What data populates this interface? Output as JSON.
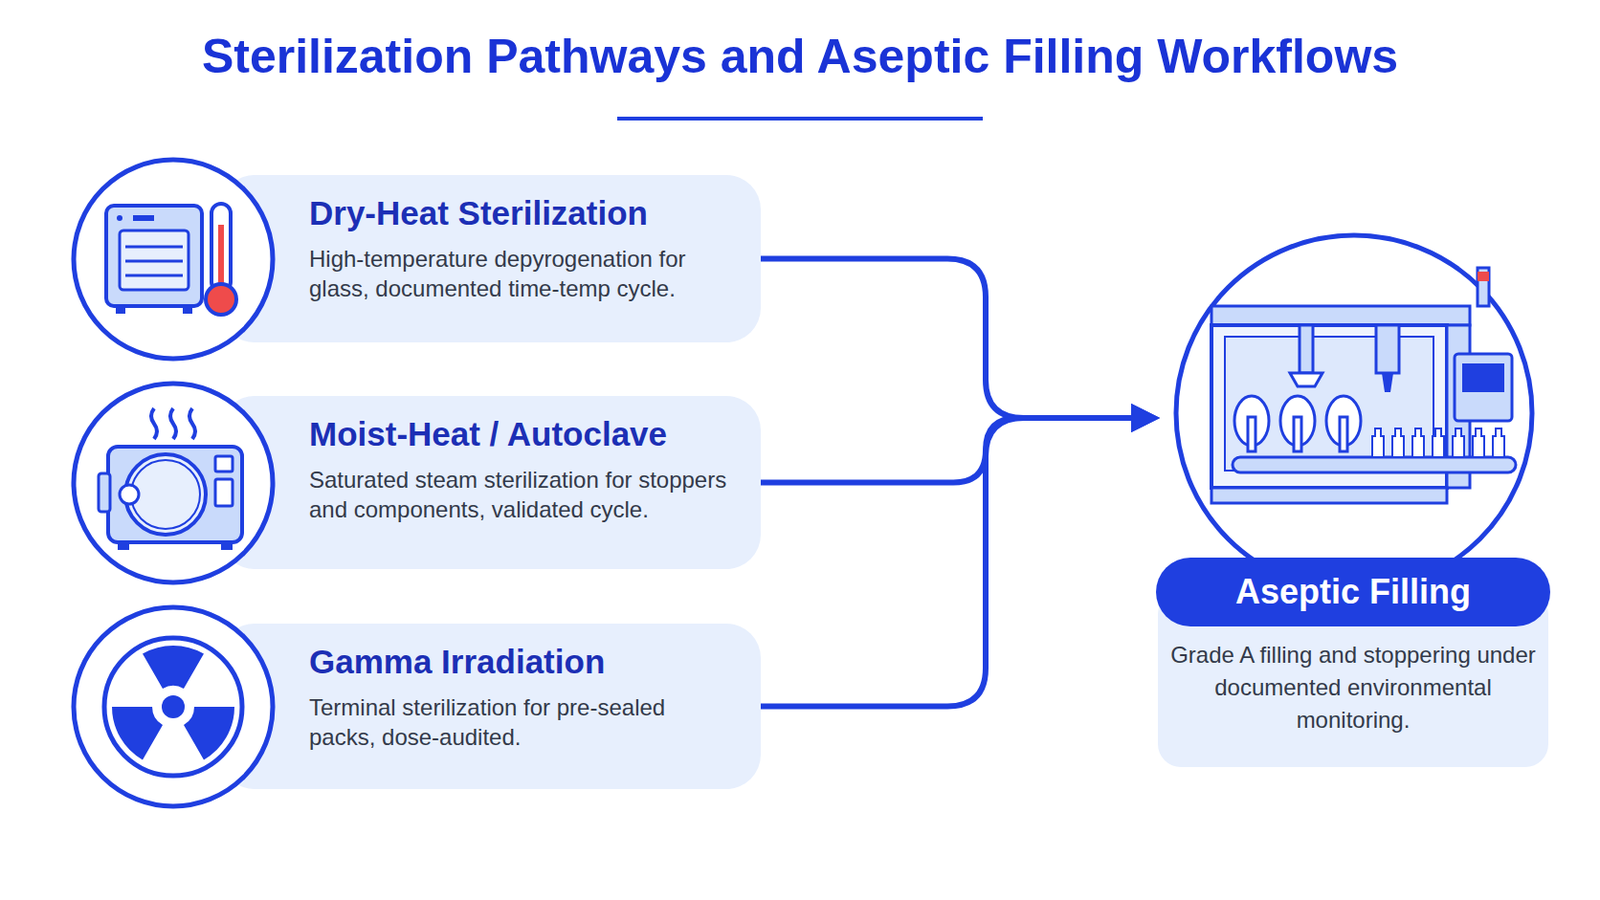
{
  "diagram": {
    "title": "Sterilization Pathways and Aseptic Filling Workflows",
    "nodes": [
      {
        "text": [
          "Dry-Heat Sterilization",
          "High-temperature depyrogenation for glass, documented time-temp cycle."
        ]
      },
      {
        "text": [
          "Moist-Heat / Autoclave",
          "Saturated steam sterilization for stoppers and components, validated cycle."
        ]
      },
      {
        "text": [
          "Gamma Irradiation",
          "Terminal sterilization for pre-sealed packs, dose-audited."
        ]
      },
      {
        "text": [
          "Aseptic Filling",
          "Grade A filling and stoppering under documented environmental monitoring."
        ]
      }
    ],
    "edges": [
      {
        "from": 0,
        "to": 3,
        "arrow": "to"
      },
      {
        "from": 1,
        "to": 3,
        "arrow": "to"
      },
      {
        "from": 2,
        "to": 3,
        "arrow": "to"
      }
    ]
  }
}
